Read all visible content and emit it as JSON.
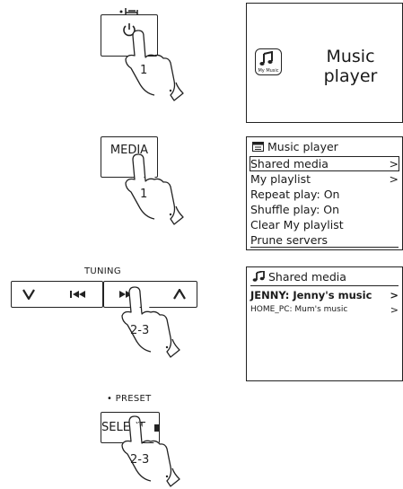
{
  "step1": {
    "power_label_icon": "bed-icon",
    "power_button_icon": "power-icon",
    "hand_number": "1",
    "screen_icon": "music-note-icon",
    "screen_icon_caption": "My Music",
    "screen_title_line1": "Music",
    "screen_title_line2": "player"
  },
  "step2": {
    "button_label": "MEDIA",
    "hand_number": "1",
    "screen_header": "Music player",
    "menu": [
      {
        "label": "Shared media",
        "arrow": ">"
      },
      {
        "label": "My playlist",
        "arrow": ">"
      },
      {
        "label": "Repeat play: On",
        "arrow": ""
      },
      {
        "label": "Shuffle play: On",
        "arrow": ""
      },
      {
        "label": "Clear My playlist",
        "arrow": ""
      },
      {
        "label": "Prune servers",
        "arrow": ""
      }
    ]
  },
  "step3": {
    "tuning_label": "TUNING",
    "hand_number": "2-3",
    "screen_header": "Shared media",
    "items": [
      {
        "label": "JENNY: Jenny's music",
        "arrow": ">"
      },
      {
        "label": "HOME_PC: Mum's music",
        "arrow": ">"
      }
    ]
  },
  "step4": {
    "preset_label": "• PRESET",
    "button_label": "SELECT",
    "hand_number": "2-3"
  }
}
